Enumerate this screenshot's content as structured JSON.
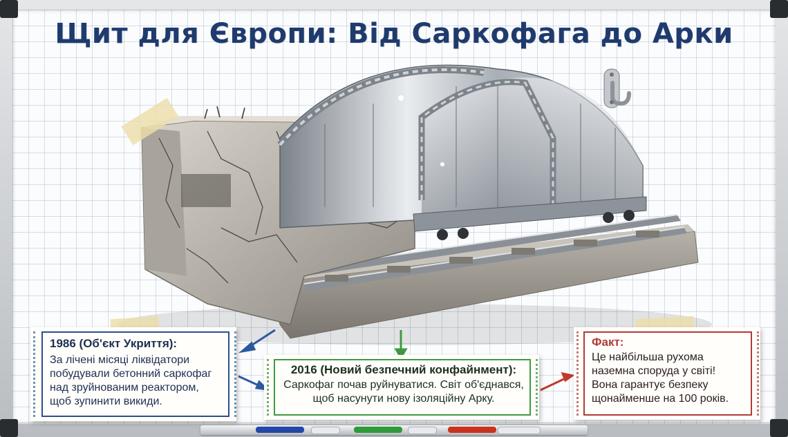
{
  "title": "Щит для Європи: Від Саркофага до Арки",
  "cards": {
    "left": {
      "heading": "1986 (Об'єкт Укриття):",
      "lines": [
        "За лічені місяці ліквідатори",
        "побудували бетонний саркофаг",
        "над зруйнованим реактором,",
        "щоб зупинити викиди."
      ]
    },
    "center": {
      "heading": "2016 (Новий безпечний конфайнмент):",
      "lines": [
        "Саркофаг почав руйнуватися. Світ об'єднався,",
        "щоб насунути нову ізоляційну Арку."
      ]
    },
    "right": {
      "heading": "Факт:",
      "lines": [
        "Це найбільша рухома",
        "наземна споруда у світі!",
        "Вона гарантує безпеку",
        "щонайменше на 100 років."
      ]
    }
  },
  "colors": {
    "title": "#1f3b6e",
    "left_border": "#2c4f8c",
    "center_border": "#3f9a3f",
    "right_border": "#b23a36",
    "right_heading": "#b23a36"
  },
  "icons": [
    "wall-hook-icon",
    "arrow-blue-icon",
    "arrow-green-icon",
    "arrow-red-icon"
  ]
}
